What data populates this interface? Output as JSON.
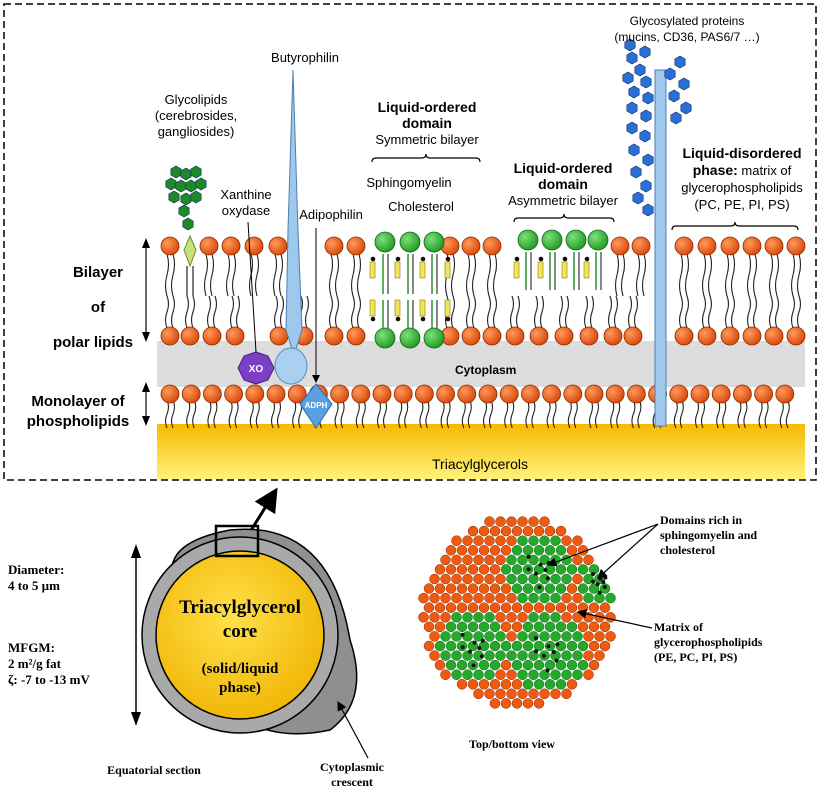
{
  "membrane": {
    "bilayer_label": [
      "Bilayer",
      "of",
      "polar lipids"
    ],
    "monolayer_label": [
      "Monolayer of",
      "phospholipids"
    ],
    "cytoplasm": "Cytoplasm",
    "triacylglycerols": "Triacylglycerols",
    "glycolipids": [
      "Glycolipids",
      "(cerebrosides,",
      "gangliosides)"
    ],
    "xanthine": [
      "Xanthine",
      "oxydase"
    ],
    "xo": "XO",
    "butyrophilin": "Butyrophilin",
    "adipophilin": "Adipophilin",
    "adph": "ADPH",
    "lo_sym_title": [
      "Liquid-ordered",
      "domain"
    ],
    "lo_sym_sub": "Symmetric bilayer",
    "sphingomyelin": "Sphingomyelin",
    "cholesterol": "Cholesterol",
    "lo_asym_title": [
      "Liquid-ordered",
      "domain"
    ],
    "lo_asym_sub": "Asymmetric bilayer",
    "glycoproteins": [
      "Glycosylated proteins",
      "(mucins, CD36, PAS6/7 …)"
    ],
    "ld_bold_1": "Liquid-disordered",
    "ld_bold_2": "phase:",
    "ld_rest_2": " matrix of",
    "ld_line_3": "glycerophospholipids",
    "ld_line_4": "(PC, PE, PI, PS)"
  },
  "globule": {
    "diameter": [
      "Diameter:",
      "4 to 5 µm"
    ],
    "mfgm": [
      "MFGM:",
      "2 m²/g fat",
      "ζ: -7 to -13 mV"
    ],
    "core": [
      "Triacylglycerol",
      "core"
    ],
    "phase": [
      "(solid/liquid",
      "phase)"
    ],
    "equatorial": "Equatorial section",
    "crescent": [
      "Cytoplasmic",
      "crescent"
    ]
  },
  "topview": {
    "domains": [
      "Domains rich in",
      "sphingomyelin and",
      "cholesterol"
    ],
    "matrix": [
      "Matrix of",
      "glycerophospholipids",
      "(PE, PC, PI, PS)"
    ],
    "caption": "Top/bottom view"
  },
  "colors": {
    "phospholipid_head": "#ef5a10",
    "sphingomyelin_head": "#2db52d",
    "cytoplasm": "#dcdcdc",
    "tag_top": "#f7c500",
    "core_fill": "#f5c41c",
    "protein_blue": "#9ec8ec",
    "glyco_blue": "#2a6fd6",
    "xo_purple": "#7b3fc4"
  }
}
